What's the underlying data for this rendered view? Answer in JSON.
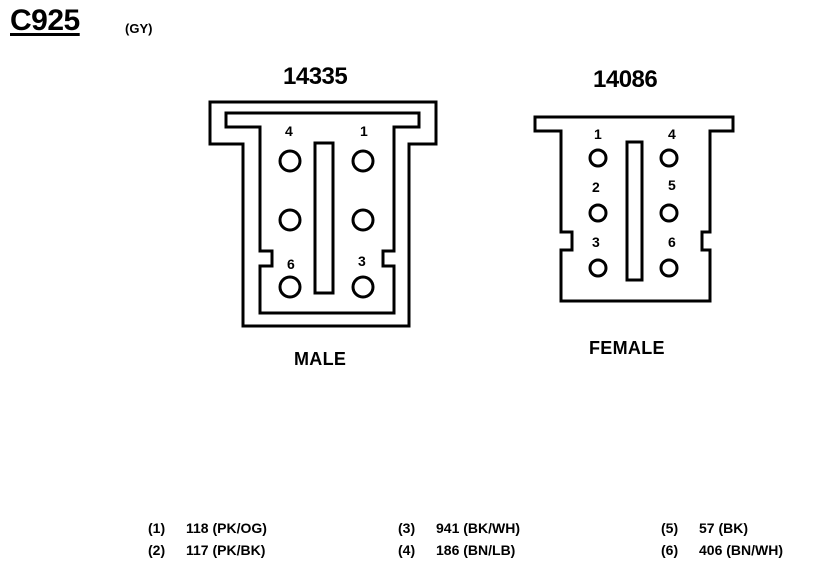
{
  "header": {
    "connector_id": "C925",
    "color_code": "(GY)"
  },
  "male": {
    "part_number": "14335",
    "label": "MALE",
    "pin_labels": {
      "p4": "4",
      "p1": "1",
      "p6": "6",
      "p3": "3"
    }
  },
  "female": {
    "part_number": "14086",
    "label": "FEMALE",
    "pin_labels": {
      "p1": "1",
      "p4": "4",
      "p2": "2",
      "p5": "5",
      "p3": "3",
      "p6": "6"
    }
  },
  "legend": [
    {
      "num": "(1)",
      "text": "118 (PK/OG)"
    },
    {
      "num": "(2)",
      "text": "117 (PK/BK)"
    },
    {
      "num": "(3)",
      "text": "941 (BK/WH)"
    },
    {
      "num": "(4)",
      "text": "186 (BN/LB)"
    },
    {
      "num": "(5)",
      "text": "57 (BK)"
    },
    {
      "num": "(6)",
      "text": "406 (BN/WH)"
    }
  ]
}
